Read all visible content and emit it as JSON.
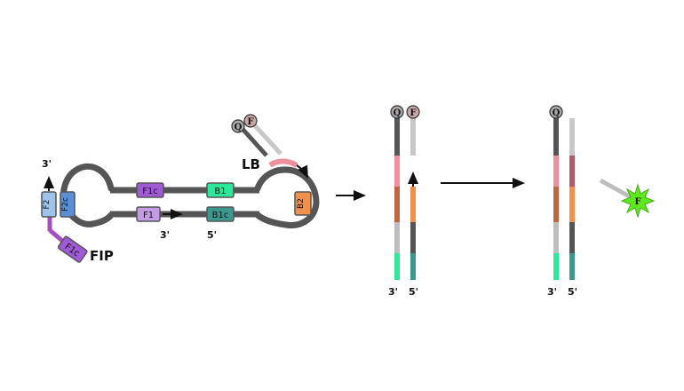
{
  "left": {
    "fip_label": "FIP",
    "lb_label": "LB",
    "end_3_top": "3'",
    "end_3_bottom": "3'",
    "end_5_bottom": "5'",
    "boxes": {
      "f2": "F2",
      "f2c": "F2c",
      "f1c_top": "F1c",
      "f1": "F1",
      "b1": "B1",
      "b1c": "B1c",
      "b2": "B2",
      "f1c_fip": "F1c"
    },
    "quencher": "Q",
    "fluorophore": "F"
  },
  "middle": {
    "quencher": "Q",
    "fluorophore": "F",
    "end_3": "3'",
    "end_5": "5'"
  },
  "right": {
    "quencher": "Q",
    "fluorophore": "F",
    "end_3": "3'",
    "end_5": "5'"
  },
  "colors": {
    "strand": "#555555",
    "pink": "#f0909c",
    "rust": "#c0653f",
    "light_gray": "#bdbdbd",
    "green": "#2ee89a",
    "orange": "#f0904a",
    "teal": "#3a9890",
    "mauve": "#b05c6c",
    "purple": "#a15ad6",
    "lavender": "#c59ae6",
    "blue_light": "#9fc4ea",
    "blue": "#5a8fd6",
    "fluor_green": "#5fe81e"
  }
}
